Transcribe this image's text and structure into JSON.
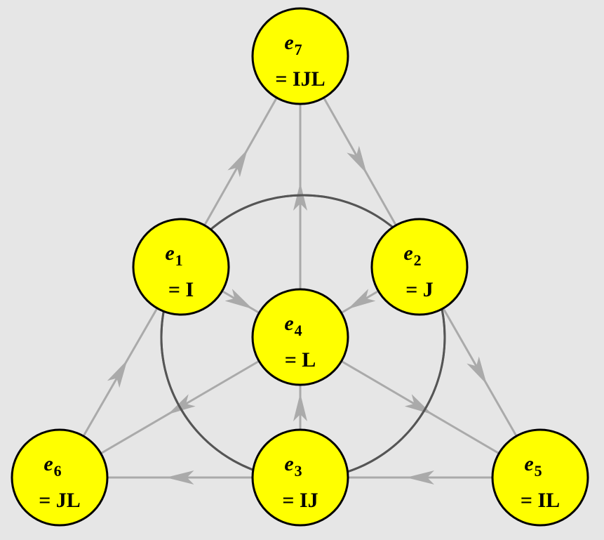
{
  "diagram": {
    "background_color": "#e6e6e6",
    "node_fill": "#ffff00",
    "node_stroke": "#000000",
    "line_color": "#aaaaaa",
    "circle_color": "#555555",
    "nodes": [
      {
        "id": "e1",
        "var": "e",
        "sub": "1",
        "value": "= I"
      },
      {
        "id": "e2",
        "var": "e",
        "sub": "2",
        "value": "= J"
      },
      {
        "id": "e3",
        "var": "e",
        "sub": "3",
        "value": "= IJ"
      },
      {
        "id": "e4",
        "var": "e",
        "sub": "4",
        "value": "= L"
      },
      {
        "id": "e5",
        "var": "e",
        "sub": "5",
        "value": "= IL"
      },
      {
        "id": "e6",
        "var": "e",
        "sub": "6",
        "value": "= JL"
      },
      {
        "id": "e7",
        "var": "e",
        "sub": "7",
        "value": "= IJL"
      }
    ],
    "edges": [
      {
        "from": "e6",
        "to": "e1"
      },
      {
        "from": "e1",
        "to": "e7"
      },
      {
        "from": "e7",
        "to": "e2"
      },
      {
        "from": "e2",
        "to": "e5"
      },
      {
        "from": "e5",
        "to": "e3"
      },
      {
        "from": "e3",
        "to": "e6"
      },
      {
        "from": "e4",
        "to": "e7"
      },
      {
        "from": "e1",
        "to": "e4"
      },
      {
        "from": "e2",
        "to": "e4"
      },
      {
        "from": "e3",
        "to": "e4"
      },
      {
        "from": "e4",
        "to": "e6"
      },
      {
        "from": "e4",
        "to": "e5"
      }
    ],
    "circle_arrows": [
      {
        "from": "e2",
        "to": "e1"
      },
      {
        "from": "e1",
        "to": "e3"
      },
      {
        "from": "e3",
        "to": "e2"
      }
    ]
  }
}
